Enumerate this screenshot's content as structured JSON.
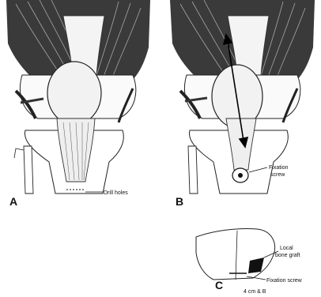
{
  "panels": {
    "a": {
      "letter": "A",
      "annotation": "Drill holes"
    },
    "b": {
      "letter": "B",
      "annotation_line1": "Fixation",
      "annotation_line2": "screw"
    },
    "c": {
      "letter": "C",
      "annotation_graft_line1": "Local",
      "annotation_graft_line2": "bone graft",
      "annotation_screw": "Fixation screw",
      "annotation_partial": "4 cm & B"
    }
  },
  "colors": {
    "ink": "#1a1a1a",
    "muscle_dark": "#222222",
    "background": "#ffffff"
  }
}
